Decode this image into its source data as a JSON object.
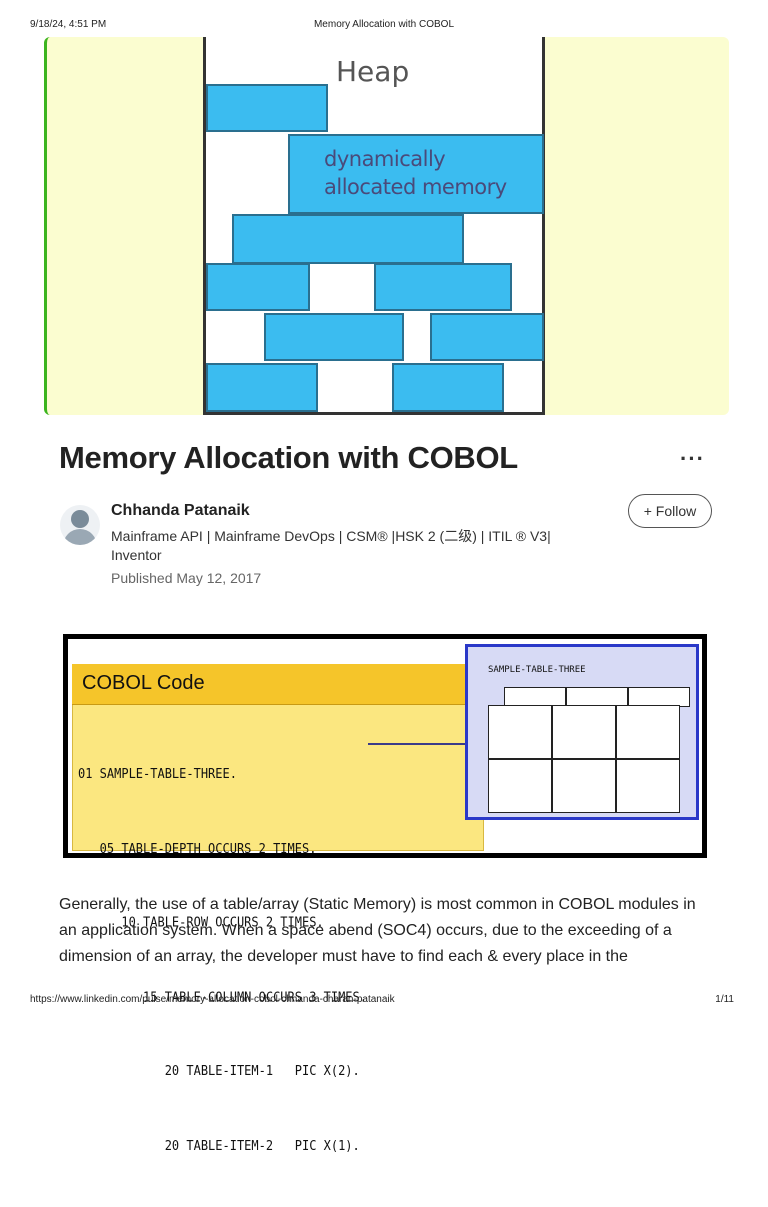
{
  "print_header": {
    "datetime": "9/18/24, 4:51 PM",
    "doc_title": "Memory Allocation with COBOL"
  },
  "hero": {
    "heap_label": "Heap",
    "caption_line1": "dynamically",
    "caption_line2": "allocated memory"
  },
  "article": {
    "title": "Memory Allocation with COBOL",
    "more_icon": "more-horizontal-icon",
    "more_glyph": "···"
  },
  "author": {
    "name": "Chhanda Patanaik",
    "headline": "Mainframe API | Mainframe DevOps | CSM® |HSK 2 (二级) | ITIL ® V3| Inventor",
    "published": "Published May 12, 2017",
    "follow_label": "+ Follow"
  },
  "cobol_figure": {
    "title": "COBOL Code",
    "table_label": "SAMPLE-TABLE-THREE",
    "code_lines": [
      "01 SAMPLE-TABLE-THREE.",
      "   05 TABLE-DEPTH OCCURS 2 TIMES.",
      "      10 TABLE-ROW OCCURS 2 TIMES.",
      "         15 TABLE-COLUMN OCCURS 3 TIMES.",
      "            20 TABLE-ITEM-1   PIC X(2).",
      "            20 TABLE-ITEM-2   PIC X(1)."
    ]
  },
  "body": {
    "paragraph": "Generally, the use of a table/array (Static Memory) is most common in COBOL modules in an application system. When a space abend (SOC4) occurs, due to the exceeding of a dimension of an array, the developer must have to find each & every place in the"
  },
  "print_footer": {
    "url": "https://www.linkedin.com/pulse/memory-allocation-cobol-chhanda-charan-patanaik",
    "page": "1/11"
  }
}
